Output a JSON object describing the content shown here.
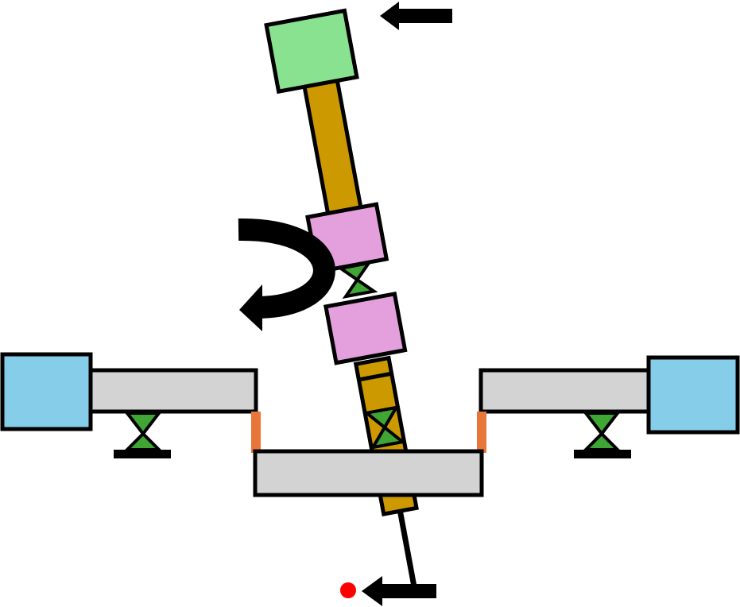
{
  "diagram": {
    "background": "#ffffff",
    "colors": {
      "outline": "#000000",
      "rod": "#cc9900",
      "top_block": "#88e28f",
      "clamp_block": "#e4a0dc",
      "end_block": "#86cde9",
      "beam": "#d3d3d3",
      "pivot_fill": "#3fa535",
      "contact_pad": "#e8753a",
      "tip": "#ff0000",
      "arrow": "#000000"
    },
    "components": {
      "top_mass": {
        "shape": "square",
        "icon": "square-block"
      },
      "upper_clamp": {
        "shape": "square",
        "icon": "square-block"
      },
      "lower_clamp": {
        "shape": "square",
        "icon": "square-block"
      },
      "flexure_hinge": {
        "icon": "hourglass-pivot"
      },
      "left_end_mass": {
        "icon": "square-block"
      },
      "right_end_mass": {
        "icon": "square-block"
      },
      "probe_tip": {
        "icon": "red-dot"
      }
    },
    "arrows": {
      "top_force": {
        "icon": "arrow-left-icon",
        "direction": "left"
      },
      "tip_force": {
        "icon": "arrow-left-icon",
        "direction": "left"
      },
      "rotation": {
        "icon": "curved-arrow-icon",
        "direction": "counterclockwise"
      }
    }
  }
}
